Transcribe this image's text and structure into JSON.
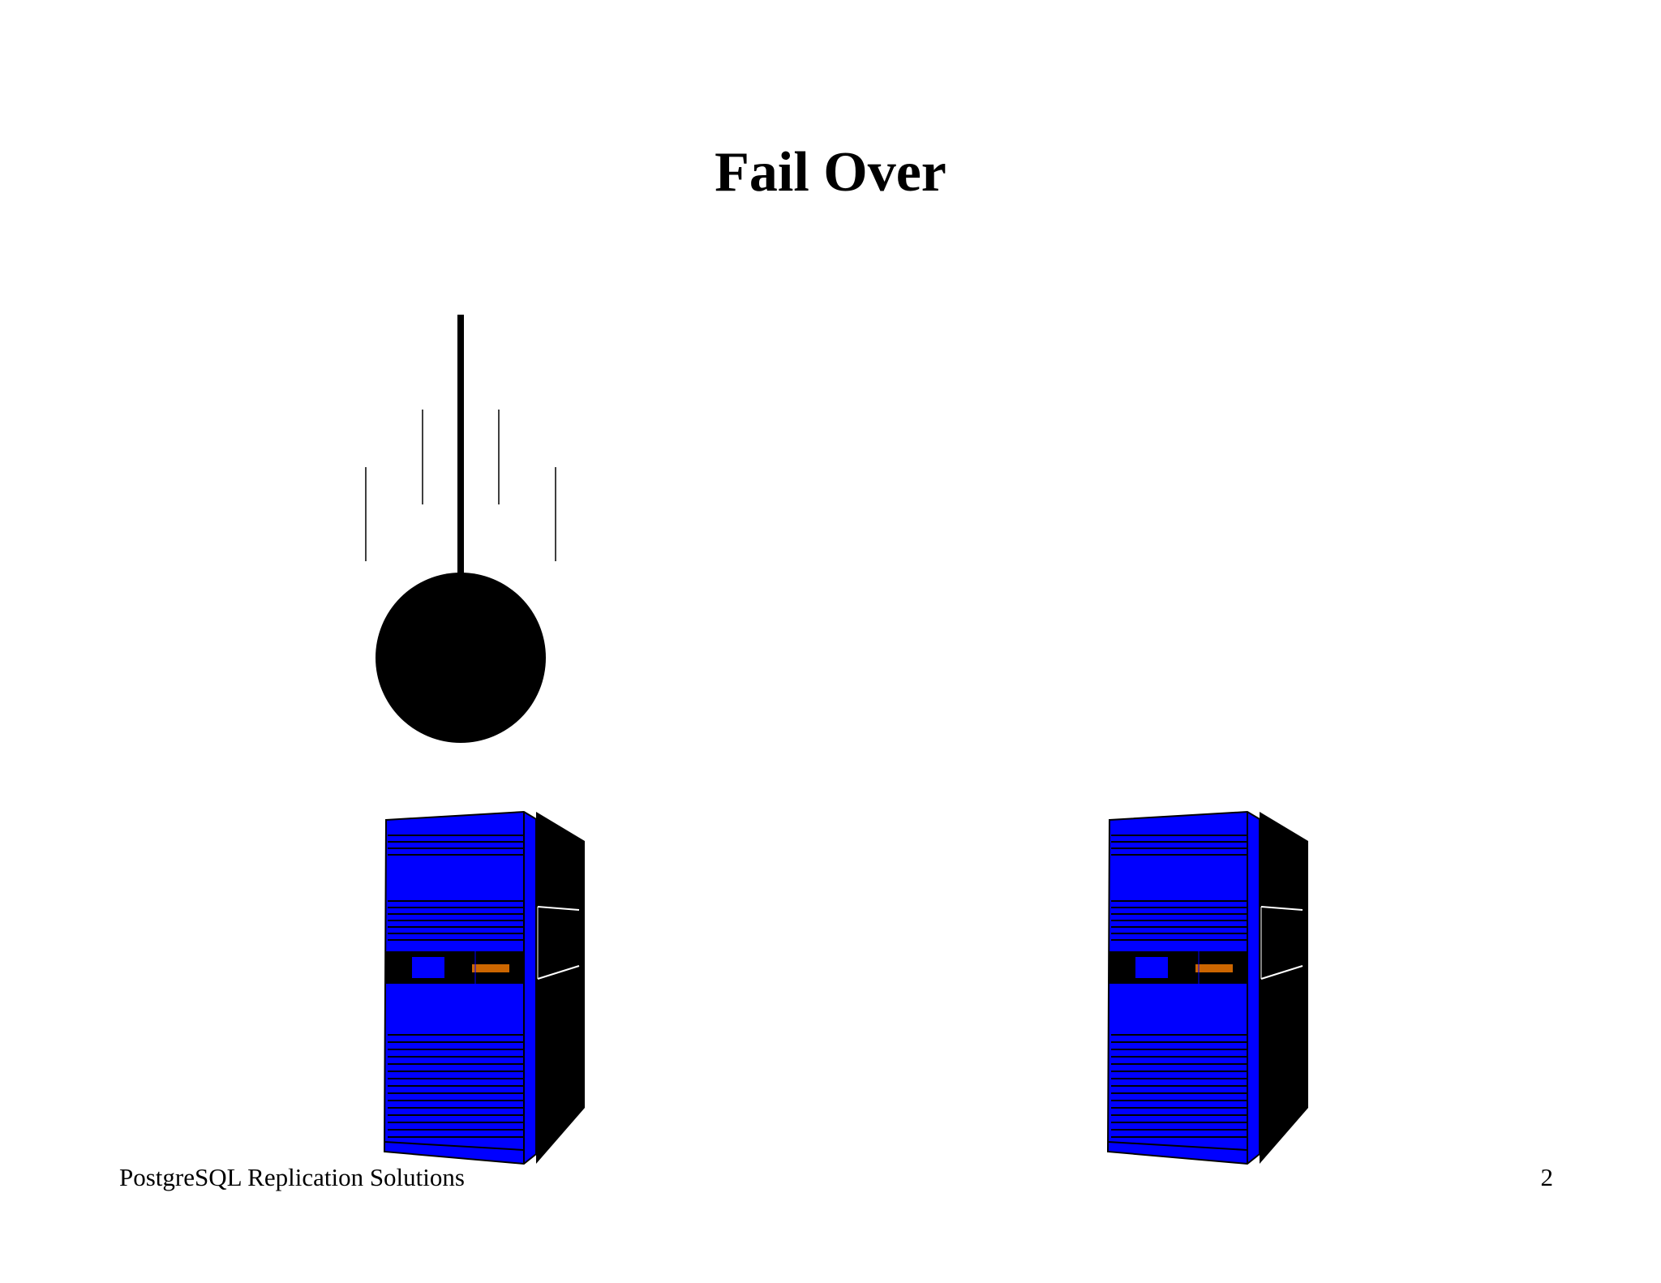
{
  "slide": {
    "title": "Fail Over",
    "footer_left": "PostgreSQL Replication Solutions",
    "page_number": "2"
  },
  "colors": {
    "server_front": "#0000ff",
    "server_side": "#000000",
    "drive_bay": "#0000ff",
    "indicator": "#cc6600",
    "wrecking_ball": "#000000"
  },
  "icons": {
    "wrecking_ball": "wrecking-ball-icon",
    "primary_server": "server-tower-icon",
    "standby_server": "server-tower-icon"
  }
}
